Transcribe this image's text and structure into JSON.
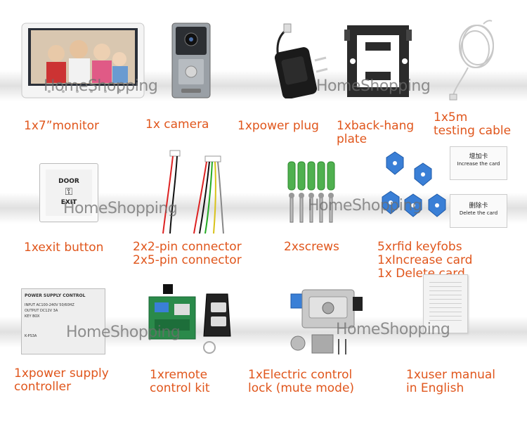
{
  "watermark": "HomeShopping",
  "accent_color": "#e0561c",
  "items": [
    {
      "lines": [
        "1x7”monitor"
      ]
    },
    {
      "lines": [
        "1x camera"
      ]
    },
    {
      "lines": [
        "1xpower plug"
      ]
    },
    {
      "lines": [
        "1xback-hang",
        "plate"
      ]
    },
    {
      "lines": [
        "1x5m",
        "testing cable"
      ]
    },
    {
      "lines": [
        "1xexit button"
      ]
    },
    {
      "lines": [
        "2x2-pin connector",
        "2x5-pin connector"
      ]
    },
    {
      "lines": [
        "2xscrews"
      ]
    },
    {
      "lines": [
        "5xrfid keyfobs",
        "1xIncrease card",
        "1x Delete card"
      ]
    },
    {
      "lines": [
        "1xpower supply",
        "controller"
      ]
    },
    {
      "lines": [
        "1xremote",
        "control kit"
      ]
    },
    {
      "lines": [
        "1xElectric control",
        "lock (mute mode)"
      ]
    },
    {
      "lines": [
        "1xuser manual",
        "in English"
      ]
    }
  ],
  "labels": {
    "exit_button_top": "DOOR",
    "exit_button_bottom": "EXIT",
    "increase_card_cn": "增加卡",
    "increase_card_en": "Increase the card",
    "delete_card_cn": "删除卡",
    "delete_card_en": "Delete the card",
    "psu_title": "POWER SUPPLY CONTROL",
    "psu_line1": "INPUT AC100-240V 50/60HZ",
    "psu_line2": "OUTPUT DC12V 3A",
    "psu_line3": "KEY BOX",
    "psu_model": "K-PS3A"
  }
}
